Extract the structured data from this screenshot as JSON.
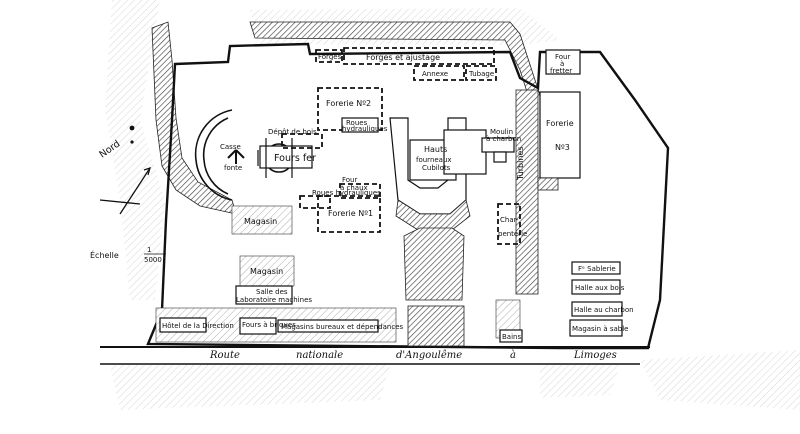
{
  "labels": {
    "forges": "Forges",
    "forges_ajustage": "Forges et ajustage",
    "annexe": "Annexe",
    "tubage": "Tubage",
    "four_frettage_a": "Four",
    "four_frettage_b": "à",
    "four_frettage_c": "fretter",
    "forerie2": "Forerie Nº2",
    "forerie1": "Forerie Nº1",
    "forerie3_a": "Forerie",
    "forerie3_b": "Nº3",
    "fours_fer": "Fours fer",
    "casse_fonte_a": "Casse",
    "casse_fonte_b": "fonte",
    "roues_hydrauliques_a": "Roues",
    "roues_hydrauliques_b": "hydrauliques",
    "depot_de_bois": "Dépôt de bois",
    "four_a_chaux_a": "Four",
    "four_a_chaux_b": "à chaux",
    "roues_hydrauliques_2": "Roues hydrauliques",
    "hauts_a": "Hauts",
    "hauts_b": "fourneaux",
    "cubilots": "Cubilots",
    "moulin_charbon_a": "Moulin",
    "moulin_charbon_b": "à charbon",
    "turbines": "Turbines",
    "charpenterie_a": "Char-",
    "charpenterie_b": "penterie",
    "magasin1": "Magasin",
    "magasin2": "Magasin",
    "salle_lab_a": "Salle des",
    "salle_lab_b": "Laboratoire machines",
    "hotel_direction": "Hôtel de la Direction",
    "fours_briques": "Fours à briques",
    "magasins_bureaux": "Magasins bureaux et dépendances",
    "octroi": "Bains",
    "sablerie": "Fᵉ Sablerie",
    "halle_bois": "Halle aux bois",
    "halle_charbon": "Halle au charbon",
    "magasin_sable": "Magasin à sable",
    "nord": "Nord",
    "echelle_a": "Échelle",
    "echelle_num": "1",
    "echelle_den": "5000",
    "road_1": "Route",
    "road_2": "nationale",
    "road_3": "d'Angoulême",
    "road_4": "à",
    "road_5": "Limoges"
  }
}
